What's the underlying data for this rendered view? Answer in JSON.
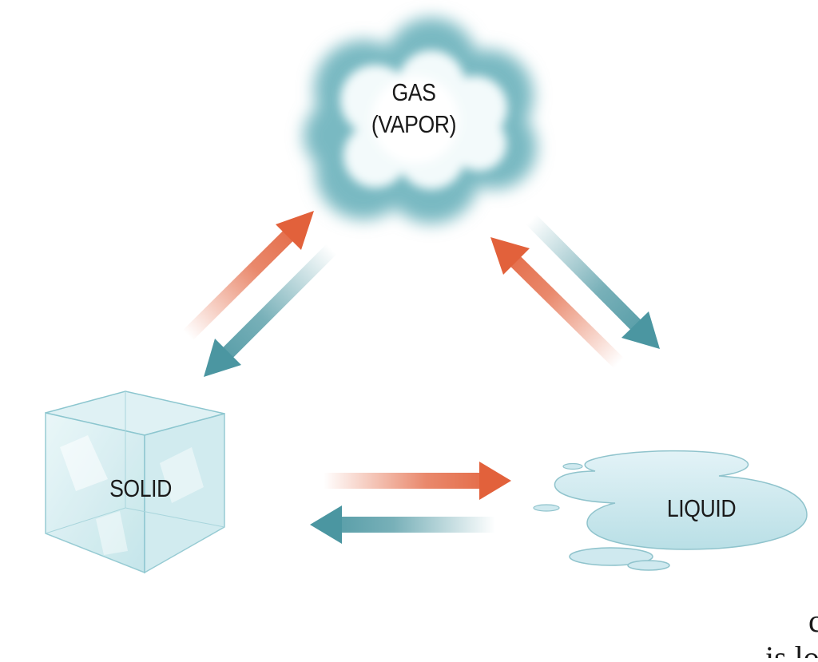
{
  "diagram": {
    "states": {
      "gas": {
        "line1": "GAS",
        "line2": "(VAPOR)"
      },
      "solid": {
        "label": "SOLID"
      },
      "liquid": {
        "label": "LIQUID"
      }
    },
    "colors": {
      "heating_arrow": "#e2613b",
      "cooling_arrow": "#4b96a1",
      "cloud": "#6fb3bd",
      "ice": "#bfe3e8",
      "water": "#cfe9ef"
    },
    "edge_text": {
      "line1": "c",
      "line2": "is lo"
    }
  }
}
